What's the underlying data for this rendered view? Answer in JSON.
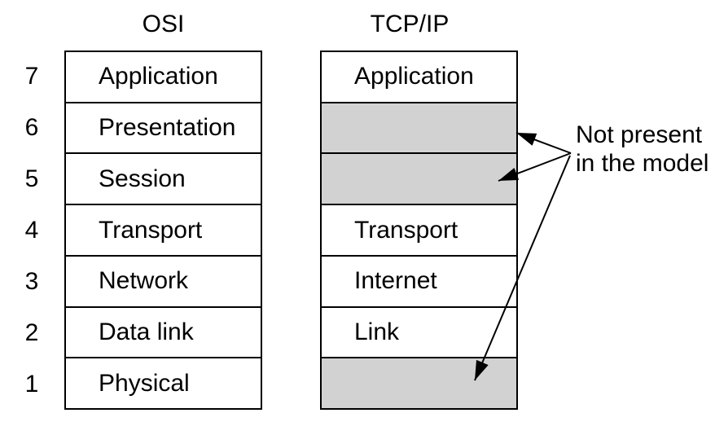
{
  "diagram": {
    "osi": {
      "title": "OSI",
      "layers": [
        {
          "number": "7",
          "label": "Application"
        },
        {
          "number": "6",
          "label": "Presentation"
        },
        {
          "number": "5",
          "label": "Session"
        },
        {
          "number": "4",
          "label": "Transport"
        },
        {
          "number": "3",
          "label": "Network"
        },
        {
          "number": "2",
          "label": "Data link"
        },
        {
          "number": "1",
          "label": "Physical"
        }
      ]
    },
    "tcpip": {
      "title": "TCP/IP",
      "layers": [
        {
          "label": "Application",
          "present": true
        },
        {
          "label": "",
          "present": false
        },
        {
          "label": "",
          "present": false
        },
        {
          "label": "Transport",
          "present": true
        },
        {
          "label": "Internet",
          "present": true
        },
        {
          "label": "Link",
          "present": true
        },
        {
          "label": "",
          "present": false
        }
      ]
    },
    "annotation": {
      "line1": "Not present",
      "line2": "in the model"
    },
    "colors": {
      "absent_fill": "#d2d2d2",
      "line": "#000000",
      "background": "#ffffff"
    }
  }
}
